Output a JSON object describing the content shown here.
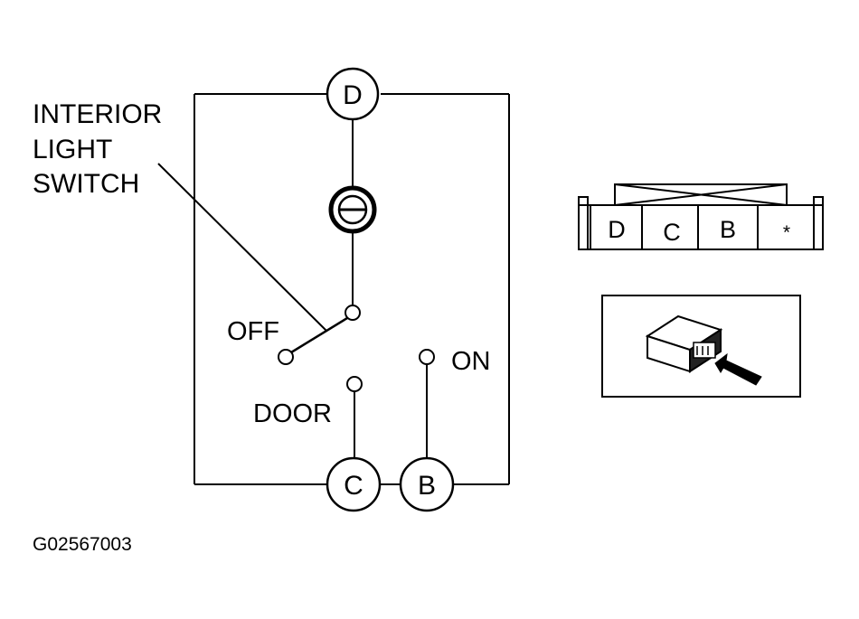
{
  "title_lines": [
    "INTERIOR",
    "LIGHT",
    "SWITCH"
  ],
  "positions": {
    "off": "OFF",
    "on": "ON",
    "door": "DOOR"
  },
  "terminals": {
    "top": "D",
    "bottom_left": "C",
    "bottom_right": "B"
  },
  "connector": {
    "cells": [
      "D",
      "C",
      "B",
      "*"
    ]
  },
  "figure_id": "G02567003",
  "colors": {
    "ink": "#000000",
    "background": "#ffffff"
  }
}
